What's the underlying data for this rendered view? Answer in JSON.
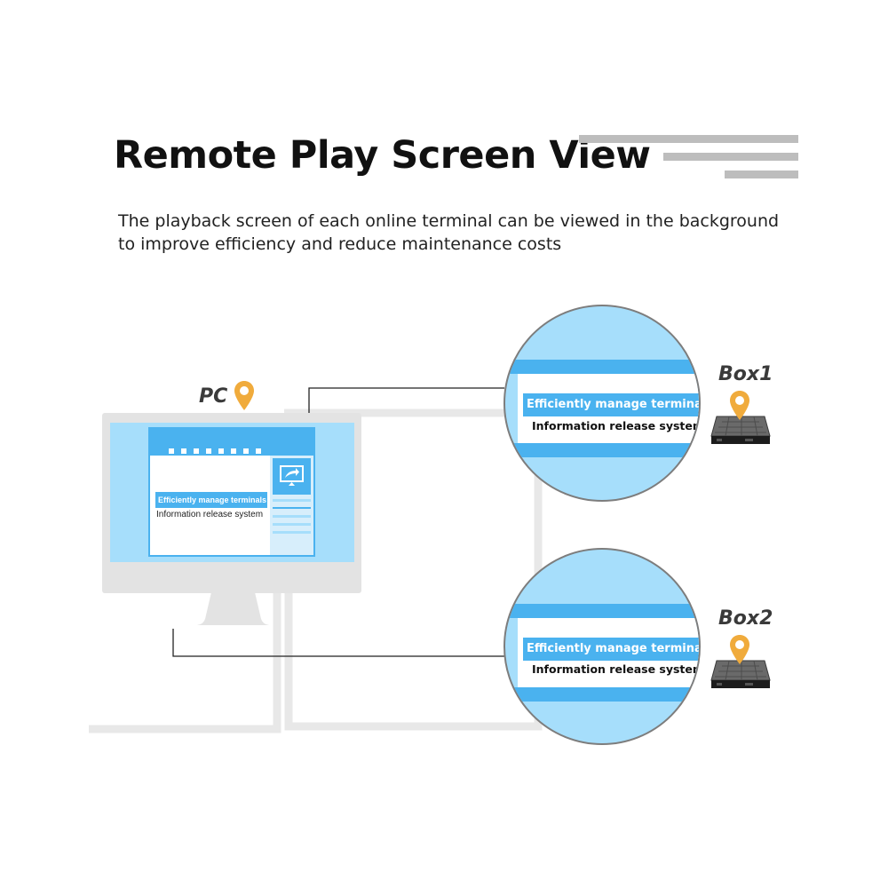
{
  "header": {
    "title": "Remote Play Screen View",
    "subtitle_lines": [
      "The playback screen of each online terminal can be viewed in the background",
      "to improve efficiency and reduce maintenance costs"
    ]
  },
  "pc": {
    "label": "PC",
    "screen_button": "Efficiently manage terminals",
    "screen_text": "Information release system"
  },
  "boxes": [
    {
      "label": "Box1",
      "button": "Efficiently manage terminals",
      "text": "Information release system"
    },
    {
      "label": "Box2",
      "button": "Efficiently manage terminals",
      "text": "Information release system"
    }
  ],
  "colors": {
    "accent_blue": "#4ab2ef",
    "light_blue": "#a6defb",
    "pin_orange": "#f0ab3c",
    "gray": "#e3e3e3"
  },
  "icons": [
    "location-pin-icon",
    "share-screen-icon",
    "media-box-icon"
  ]
}
